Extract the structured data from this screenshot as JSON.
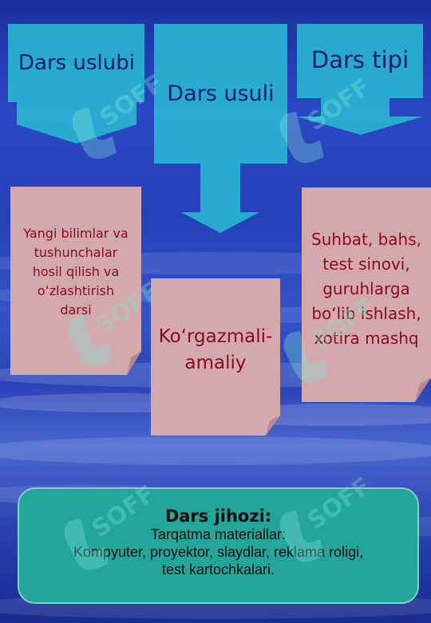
{
  "arrows": {
    "style": "Dars uslubi",
    "method": "Dars usuli",
    "type": "Dars tipi"
  },
  "notes": {
    "style": [
      "Yangi bilimlar va",
      "tushunchalar",
      "hosil qilish va",
      "oʻzlashtirish",
      "darsi"
    ],
    "method": [
      "Koʻrgazmali-",
      "amaliy"
    ],
    "type": [
      "Suhbat, bahs,",
      "test sinovi,",
      "guruhlarga",
      "boʻlib ishlash,",
      "xotira mashq"
    ]
  },
  "equipment": {
    "title": "Dars jihozi:",
    "lines": [
      "Tarqatma materiallar:",
      "Kompyuter, proyektor, slaydlar, reklama roligi,",
      "test kartochkalari."
    ]
  },
  "watermark": {
    "text": "SOFF"
  },
  "colors": {
    "arrow_fill": "#29b4d2",
    "arrow_text": "#0e1a6e",
    "note_fill": "#d4a9ab",
    "note_text": "#8b0a1e",
    "box_fill": "#24a59a"
  }
}
